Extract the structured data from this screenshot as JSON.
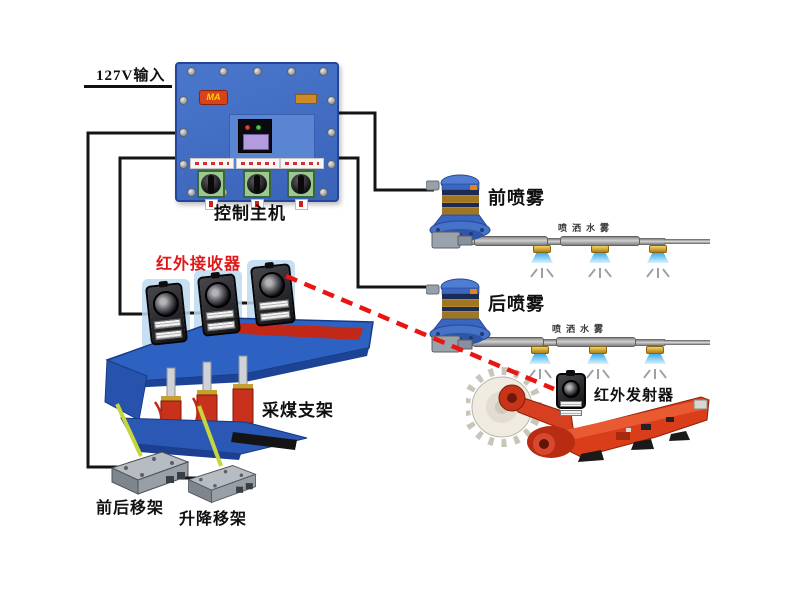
{
  "power_input": {
    "label": "127V输入"
  },
  "control_box": {
    "label": "控制主机",
    "logo": "MA",
    "switch_count": 3
  },
  "ir_receivers": {
    "label": "红外接收器",
    "count": 3
  },
  "ir_transmitter": {
    "label": "红外发射器"
  },
  "front_spray": {
    "label": "前喷雾"
  },
  "rear_spray": {
    "label": "后喷雾"
  },
  "pipes": [
    {
      "label": "喷洒水雾",
      "nozzle_count": 3
    },
    {
      "label": "喷洒水雾",
      "nozzle_count": 3
    }
  ],
  "support": {
    "label": "采煤支架"
  },
  "bottom_boxes": [
    {
      "label": "前后移架"
    },
    {
      "label": "升降移架"
    }
  ],
  "colors": {
    "control_box_blue": "#3f6cc4",
    "valve_blue": "#3a66c0",
    "coil_gold": "#b6892c",
    "machine_red": "#d93d1a",
    "support_blue": "#2e62c2",
    "signal_red": "#ea1410",
    "wire_black": "#141414",
    "cable_yellow": "#c6d63e",
    "receiver_label_red": "#e01818"
  }
}
